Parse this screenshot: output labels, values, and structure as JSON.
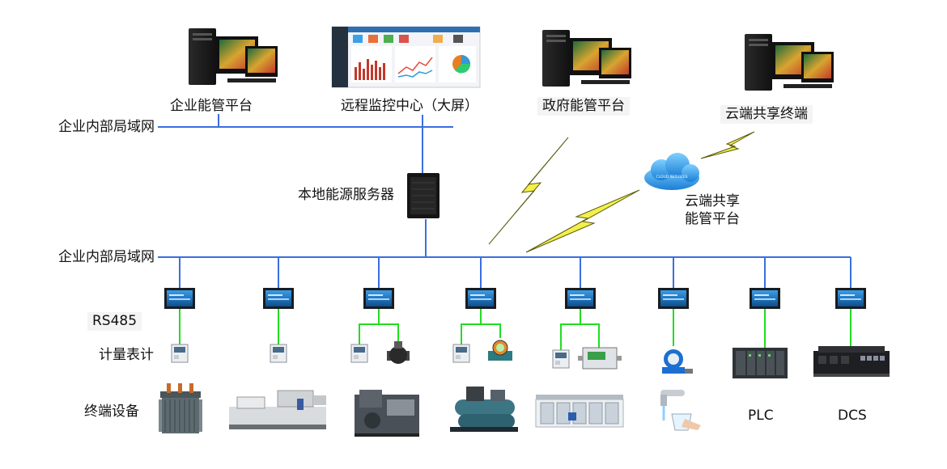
{
  "top_nodes": {
    "enterprise_platform": "企业能管平台",
    "monitor_center": "远程监控中心（大屏）",
    "gov_platform": "政府能管平台",
    "cloud_terminal": "云端共享终端"
  },
  "network": {
    "upper_lan": "企业内部局域网",
    "lower_lan": "企业内部局域网"
  },
  "server": {
    "label": "本地能源服务器"
  },
  "cloud": {
    "label_line1": "云端共享",
    "label_line2": "能管平台",
    "badge": "CLOUD SERVICES"
  },
  "rows": {
    "bus_protocol": "RS485",
    "meters": "计量表计",
    "devices": "终端设备"
  },
  "columns": [
    {
      "id": "c1",
      "device": "变压器",
      "meters": 1
    },
    {
      "id": "c2",
      "device": "注塑机",
      "meters": 1
    },
    {
      "id": "c3",
      "device": "空压机",
      "meters": 2
    },
    {
      "id": "c4",
      "device": "冷水机组",
      "meters": 2
    },
    {
      "id": "c5",
      "device": "水处理设备",
      "meters": 2
    },
    {
      "id": "c6",
      "device": "用水",
      "meters": 1
    },
    {
      "id": "c7",
      "device_label": "PLC",
      "meters": 0
    },
    {
      "id": "c8",
      "device_label": "DCS",
      "meters": 0
    }
  ],
  "colors": {
    "network_line": "#3a6fe0",
    "link_line": "#22dd22",
    "wireless_fill": "#f3f04a",
    "wireless_stroke": "#5a5a10"
  }
}
